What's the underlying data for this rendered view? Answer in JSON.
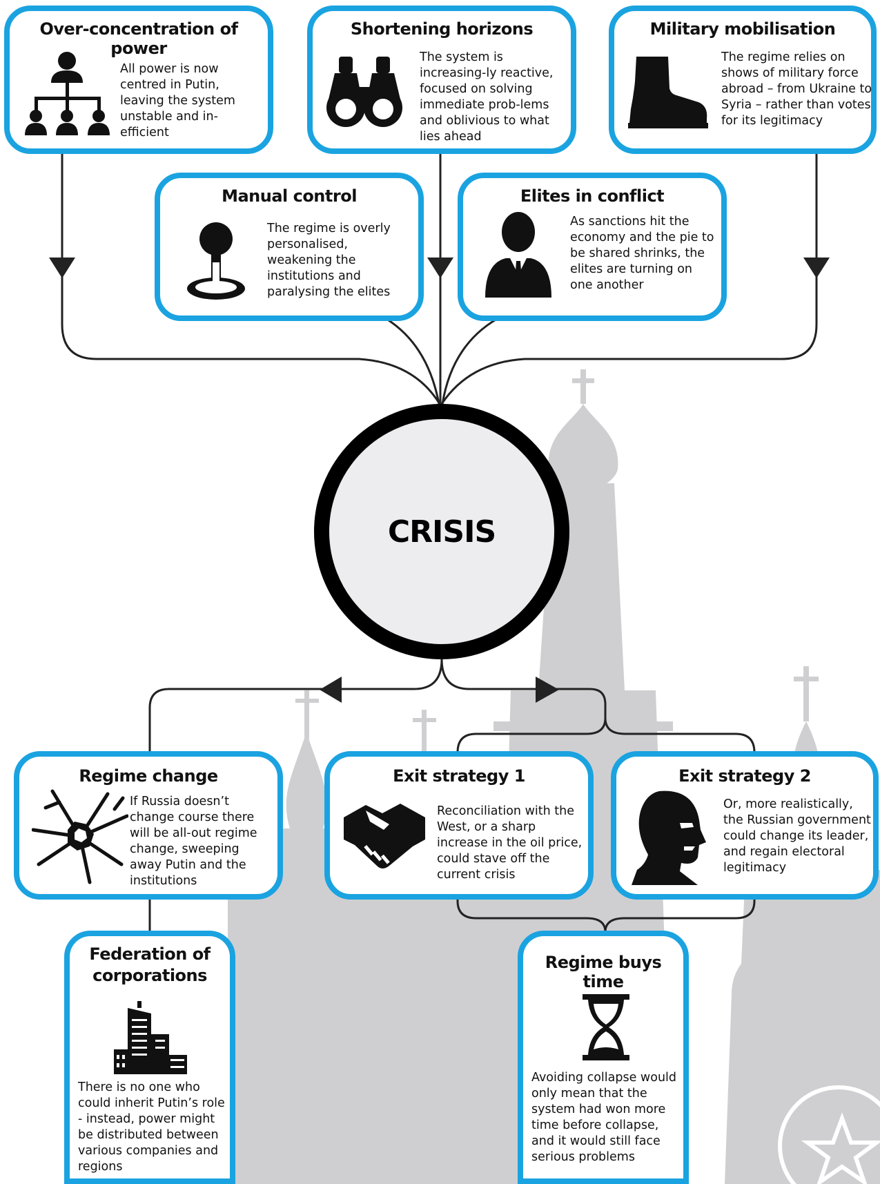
{
  "center": {
    "label": "CRISIS"
  },
  "top_row": [
    {
      "title": "Over-concentration of power",
      "text": "All power is now centred in Putin, leaving the system unstable and in-efficient",
      "icon": "hierarchy-icon"
    },
    {
      "title": "Shortening horizons",
      "text": "The system is increasing-ly reactive, focused on solving immediate prob-lems and oblivious to what lies ahead",
      "icon": "binoculars-icon"
    },
    {
      "title": "Military mobilisation",
      "text": "The regime relies on shows of military force abroad – from Ukraine to Syria – rather than votes for its legitimacy",
      "icon": "boot-icon"
    }
  ],
  "middle_row": [
    {
      "title": "Manual control",
      "text": "The regime is overly personalised, weakening the institutions and paralysing the elites",
      "icon": "joystick-icon"
    },
    {
      "title": "Elites in conflict",
      "text": "As sanctions hit the economy and the pie to be shared shrinks, the elites are turning on one another",
      "icon": "businessman-icon"
    }
  ],
  "outcomes": [
    {
      "title": "Regime change",
      "text": "If Russia doesn’t change course there will be all-out regime change, sweeping away Putin and the institutions",
      "icon": "shattered-glass-icon"
    },
    {
      "title": "Exit strategy 1",
      "text": "Reconciliation with the West, or a sharp increase in the oil price, could stave off the current crisis",
      "icon": "handshake-icon"
    },
    {
      "title": "Exit strategy 2",
      "text": "Or, more realistically, the Russian government could change its leader, and regain electoral legitimacy",
      "icon": "leader-portrait-icon"
    }
  ],
  "results": [
    {
      "title_line1": "Federation of",
      "title_line2": "corporations",
      "text": "There is no one who could inherit Putin’s role - instead, power might be distributed between various companies and regions",
      "icon": "office-building-icon"
    },
    {
      "title": "Regime buys time",
      "text": "Avoiding collapse would only mean that the system had won more time before collapse, and it would still face serious problems",
      "icon": "hourglass-icon"
    }
  ],
  "colors": {
    "box_border": "#1aa3e0",
    "silhouette": "#cfcfd2",
    "crisis_fill": "#ededf0",
    "line": "#222222"
  }
}
